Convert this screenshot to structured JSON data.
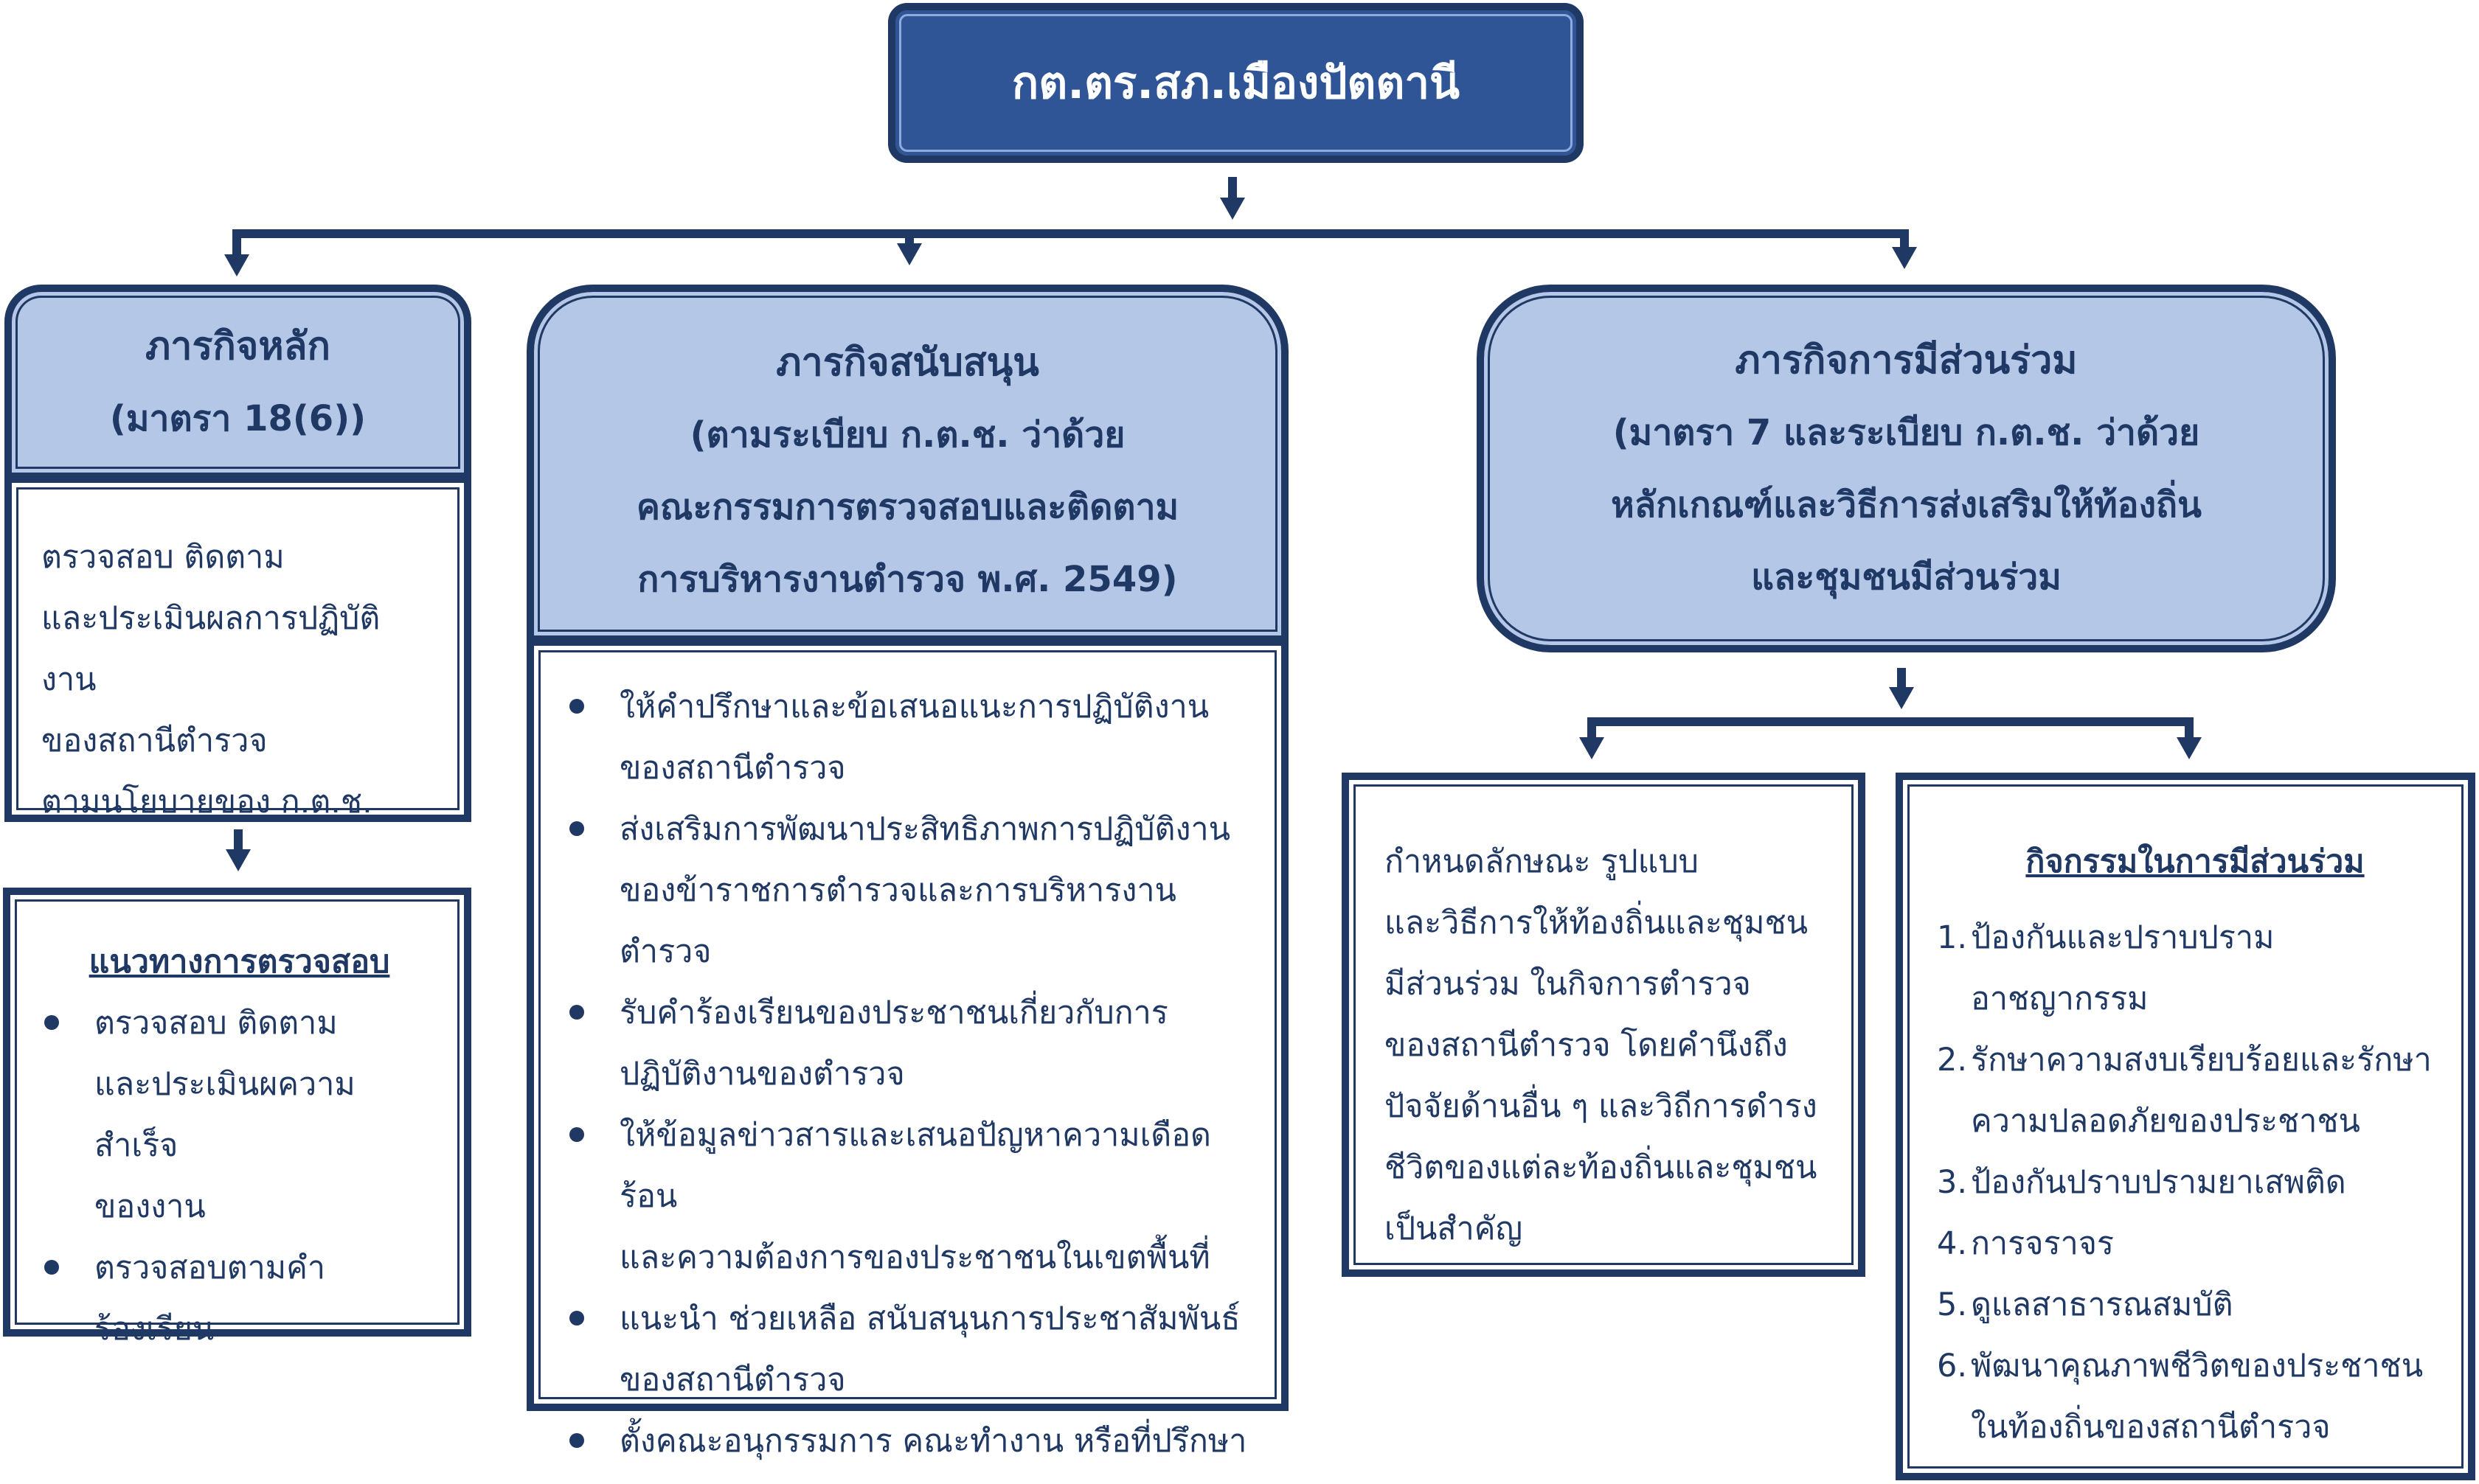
{
  "title": "กต.ตร.สภ.เมืองปัตตานี",
  "main_mission": {
    "title": "ภารกิจหลัก",
    "subtitle": "(มาตรา 18(6))",
    "body": [
      "ตรวจสอบ ติดตาม",
      "และประเมินผลการปฏิบัติงาน",
      "ของสถานีตำรวจ",
      "ตามนโยบายของ ก.ต.ช."
    ]
  },
  "inspection": {
    "title": "แนวทางการตรวจสอบ",
    "items": [
      [
        "ตรวจสอบ ติดตาม",
        "และประเมินผความสำเร็จ",
        "ของงาน"
      ],
      [
        "ตรวจสอบตามคำ",
        "ร้องเรียน"
      ]
    ]
  },
  "support_mission": {
    "title": "ภารกิจสนับสนุน",
    "subtitle": [
      "(ตามระเบียบ ก.ต.ช. ว่าด้วย",
      "คณะกรรมการตรวจสอบและติดตาม",
      "การบริหารงานตำรวจ พ.ศ. 2549)"
    ],
    "items": [
      [
        "ให้คำปรึกษาและข้อเสนอแนะการปฏิบัติงาน",
        "ของสถานีตำรวจ"
      ],
      [
        "ส่งเสริมการพัฒนาประสิทธิภาพการปฏิบัติงาน",
        "ของข้าราชการตำรวจและการบริหารงานตำรวจ"
      ],
      [
        "รับคำร้องเรียนของประชาชนเกี่ยวกับการ",
        "ปฏิบัติงานของตำรวจ"
      ],
      [
        "ให้ข้อมูลข่าวสารและเสนอปัญหาความเดือดร้อน",
        "และความต้องการของประชาชนในเขตพื้นที่"
      ],
      [
        "แนะนำ ช่วยเหลือ สนับสนุนการประชาสัมพันธ์",
        "ของสถานีตำรวจ"
      ],
      [
        "ตั้งคณะอนุกรรมการ คณะทำงาน หรือที่ปรึกษา"
      ]
    ]
  },
  "participation_mission": {
    "title": "ภารกิจการมีส่วนร่วม",
    "subtitle": [
      "(มาตรา 7 และระเบียบ ก.ต.ช. ว่าด้วย",
      "หลักเกณฑ์และวิธีการส่งเสริมให้ท้องถิ่น",
      "และชุมชนมีส่วนร่วม"
    ]
  },
  "participation_desc": [
    "กำหนดลักษณะ รูปแบบ",
    "และวิธีการให้ท้องถิ่นและชุมชน",
    "มีส่วนร่วม ในกิจการตำรวจ",
    "ของสถานีตำรวจ โดยคำนึงถึง",
    "ปัจจัยด้านอื่น ๆ และวิถีการดำรง",
    "ชีวิตของแต่ละท้องถิ่นและชุมชน",
    "เป็นสำคัญ"
  ],
  "activities": {
    "title": "กิจกรรมในการมีส่วนร่วม",
    "items": [
      {
        "num": "1.",
        "lines": [
          "ป้องกันและปราบปราม",
          "อาชญากรรม"
        ]
      },
      {
        "num": "2.",
        "lines": [
          "รักษาความสงบเรียบร้อยและรักษา",
          "ความปลอดภัยของประชาชน"
        ]
      },
      {
        "num": "3.",
        "lines": [
          "ป้องกันปราบปรามยาเสพติด"
        ]
      },
      {
        "num": "4.",
        "lines": [
          "การจราจร"
        ]
      },
      {
        "num": "5.",
        "lines": [
          "ดูแลสาธารณสมบัติ"
        ]
      },
      {
        "num": "6.",
        "lines": [
          "พัฒนาคุณภาพชีวิตของประชาชน",
          "ในท้องถิ่นของสถานีตำรวจ"
        ]
      }
    ]
  }
}
